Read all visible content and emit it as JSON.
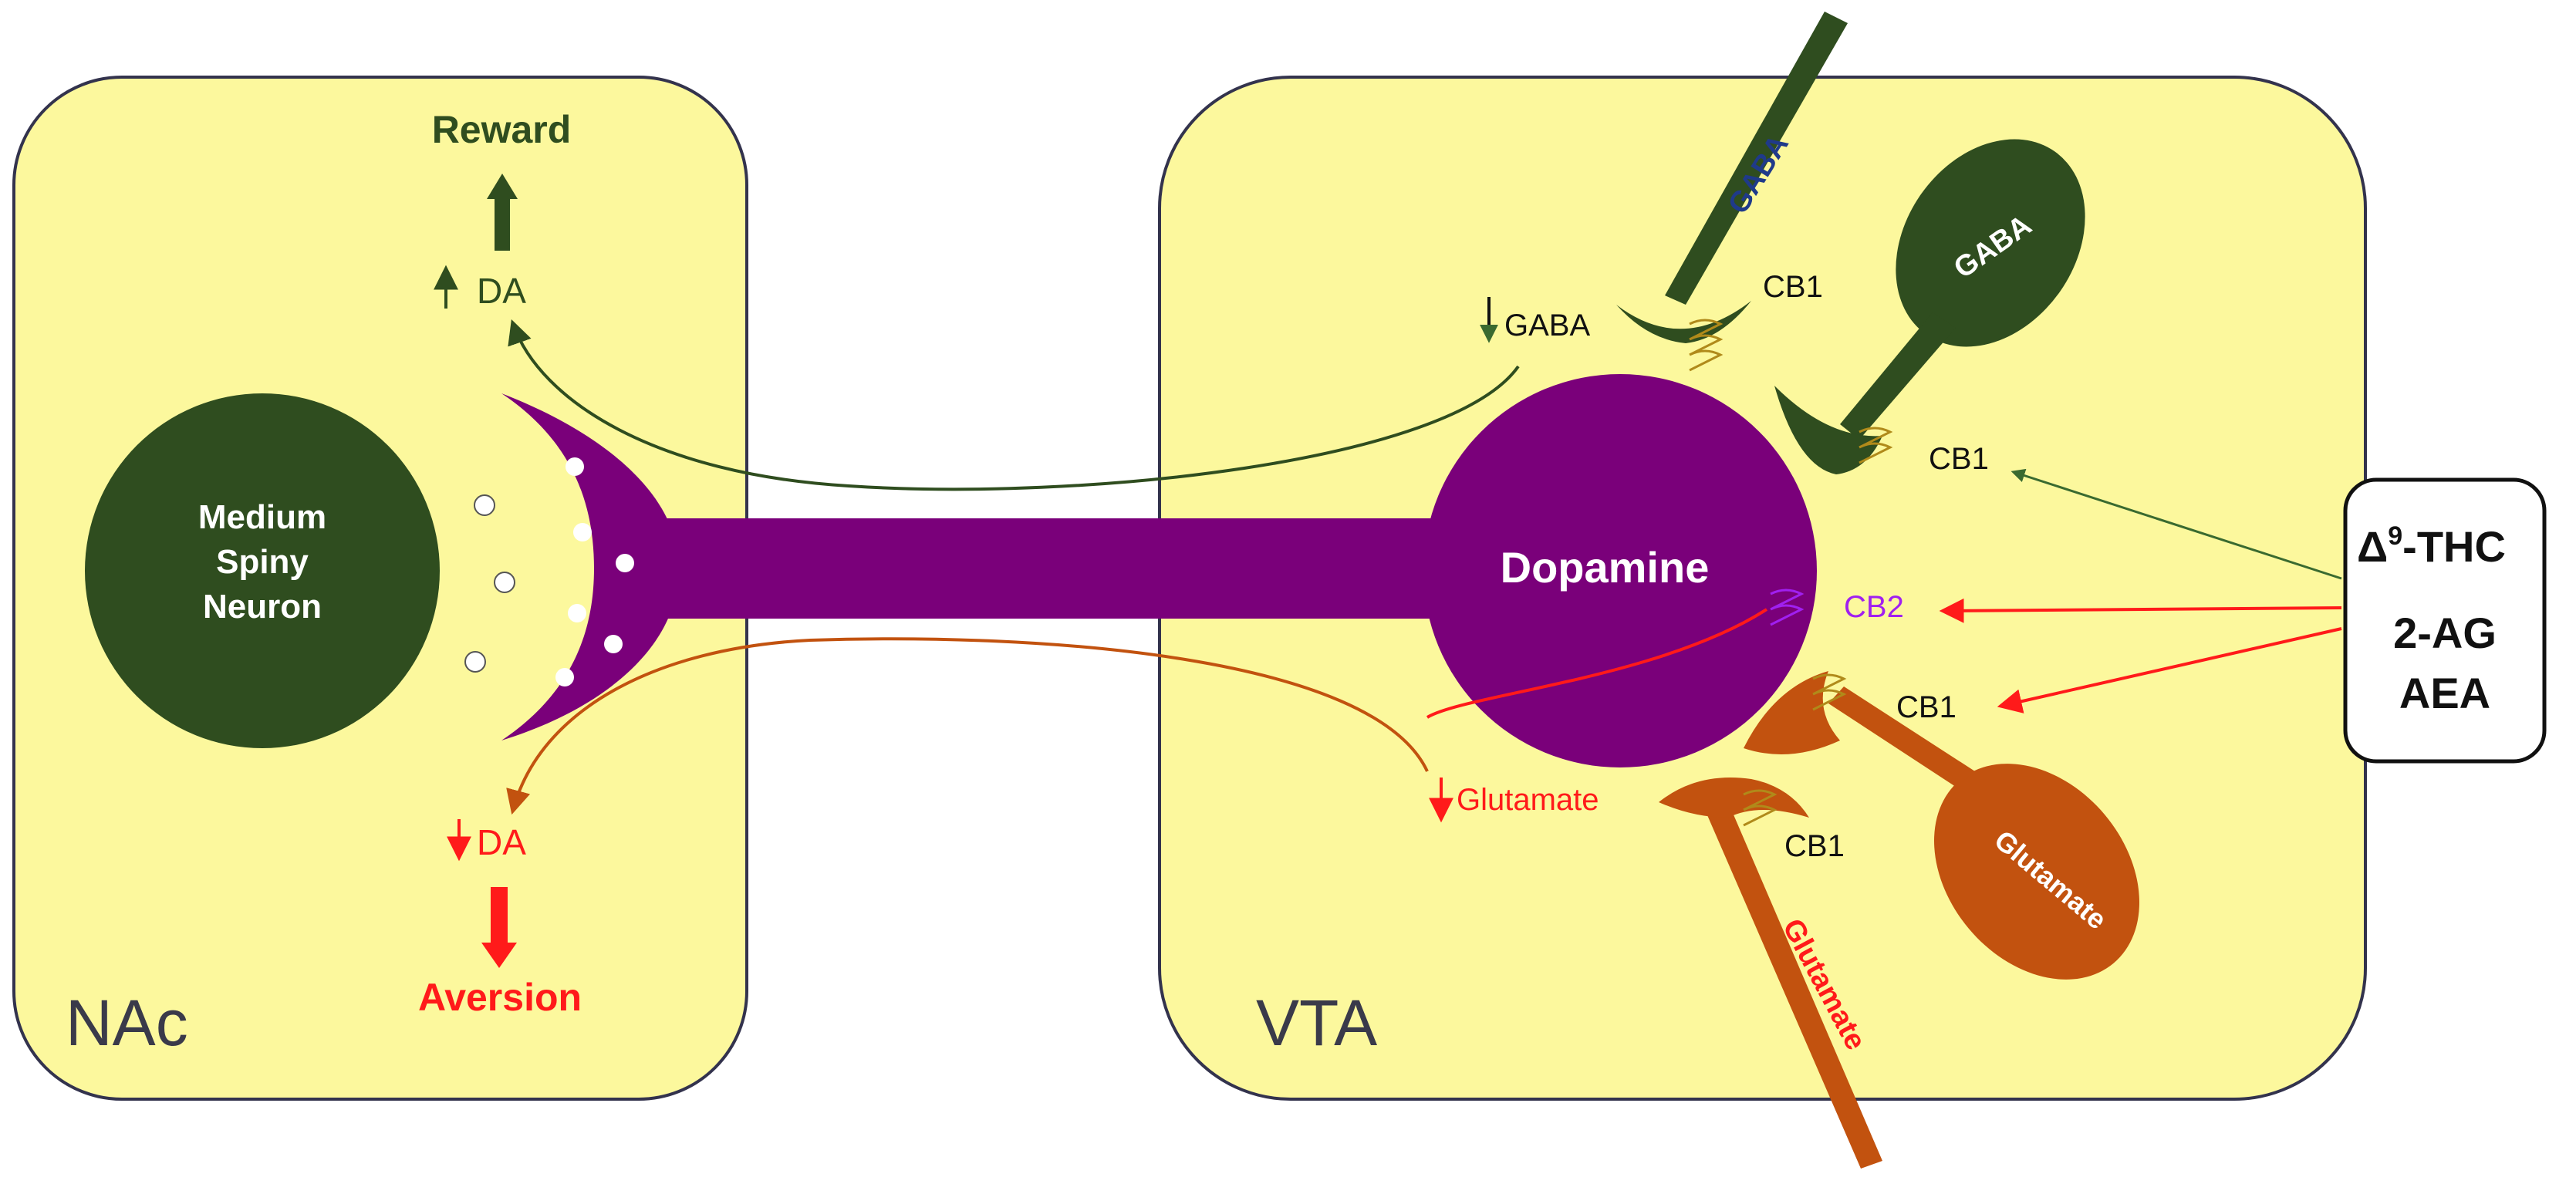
{
  "regions": {
    "nac_label": "NAc",
    "vta_label": "VTA"
  },
  "nac": {
    "msn_label_line1": "Medium",
    "msn_label_line2": "Spiny",
    "msn_label_line3": "Neuron",
    "reward_label": "Reward",
    "da_up_label": "DA",
    "da_down_label": "DA",
    "aversion_label": "Aversion"
  },
  "vta": {
    "dopamine_label": "Dopamine",
    "gaba_axon_label": "GABA",
    "gaba_soma_label": "GABA",
    "glutamate_axon_label": "Glutamate",
    "glutamate_soma_label": "Glutamate",
    "gaba_down_label": "GABA",
    "glutamate_down_label": "Glutamate",
    "cb1_gaba_axon_label": "CB1",
    "cb1_gaba_soma_label": "CB1",
    "cb2_label": "CB2",
    "cb1_glut_soma_label": "CB1",
    "cb1_glut_axon_label": "CB1"
  },
  "ligands": {
    "thc_base": "Δ",
    "thc_sup": "9",
    "thc_rest": "-THC",
    "endo_1": "2-AG",
    "endo_2": "AEA"
  },
  "colors": {
    "region_fill": "#fcf89d",
    "region_stroke": "#33334d",
    "dopamine": "#7a007a",
    "msn": "#2f4d1f",
    "gaba_green": "#2f4d1f",
    "glutamate_orange": "#c2520f",
    "red": "#ff1a1a",
    "cb2_purple": "#a020f0",
    "gaba_blue": "#1f3a8a",
    "receptor_gold": "#b08a1a",
    "text_dark": "#111111"
  }
}
